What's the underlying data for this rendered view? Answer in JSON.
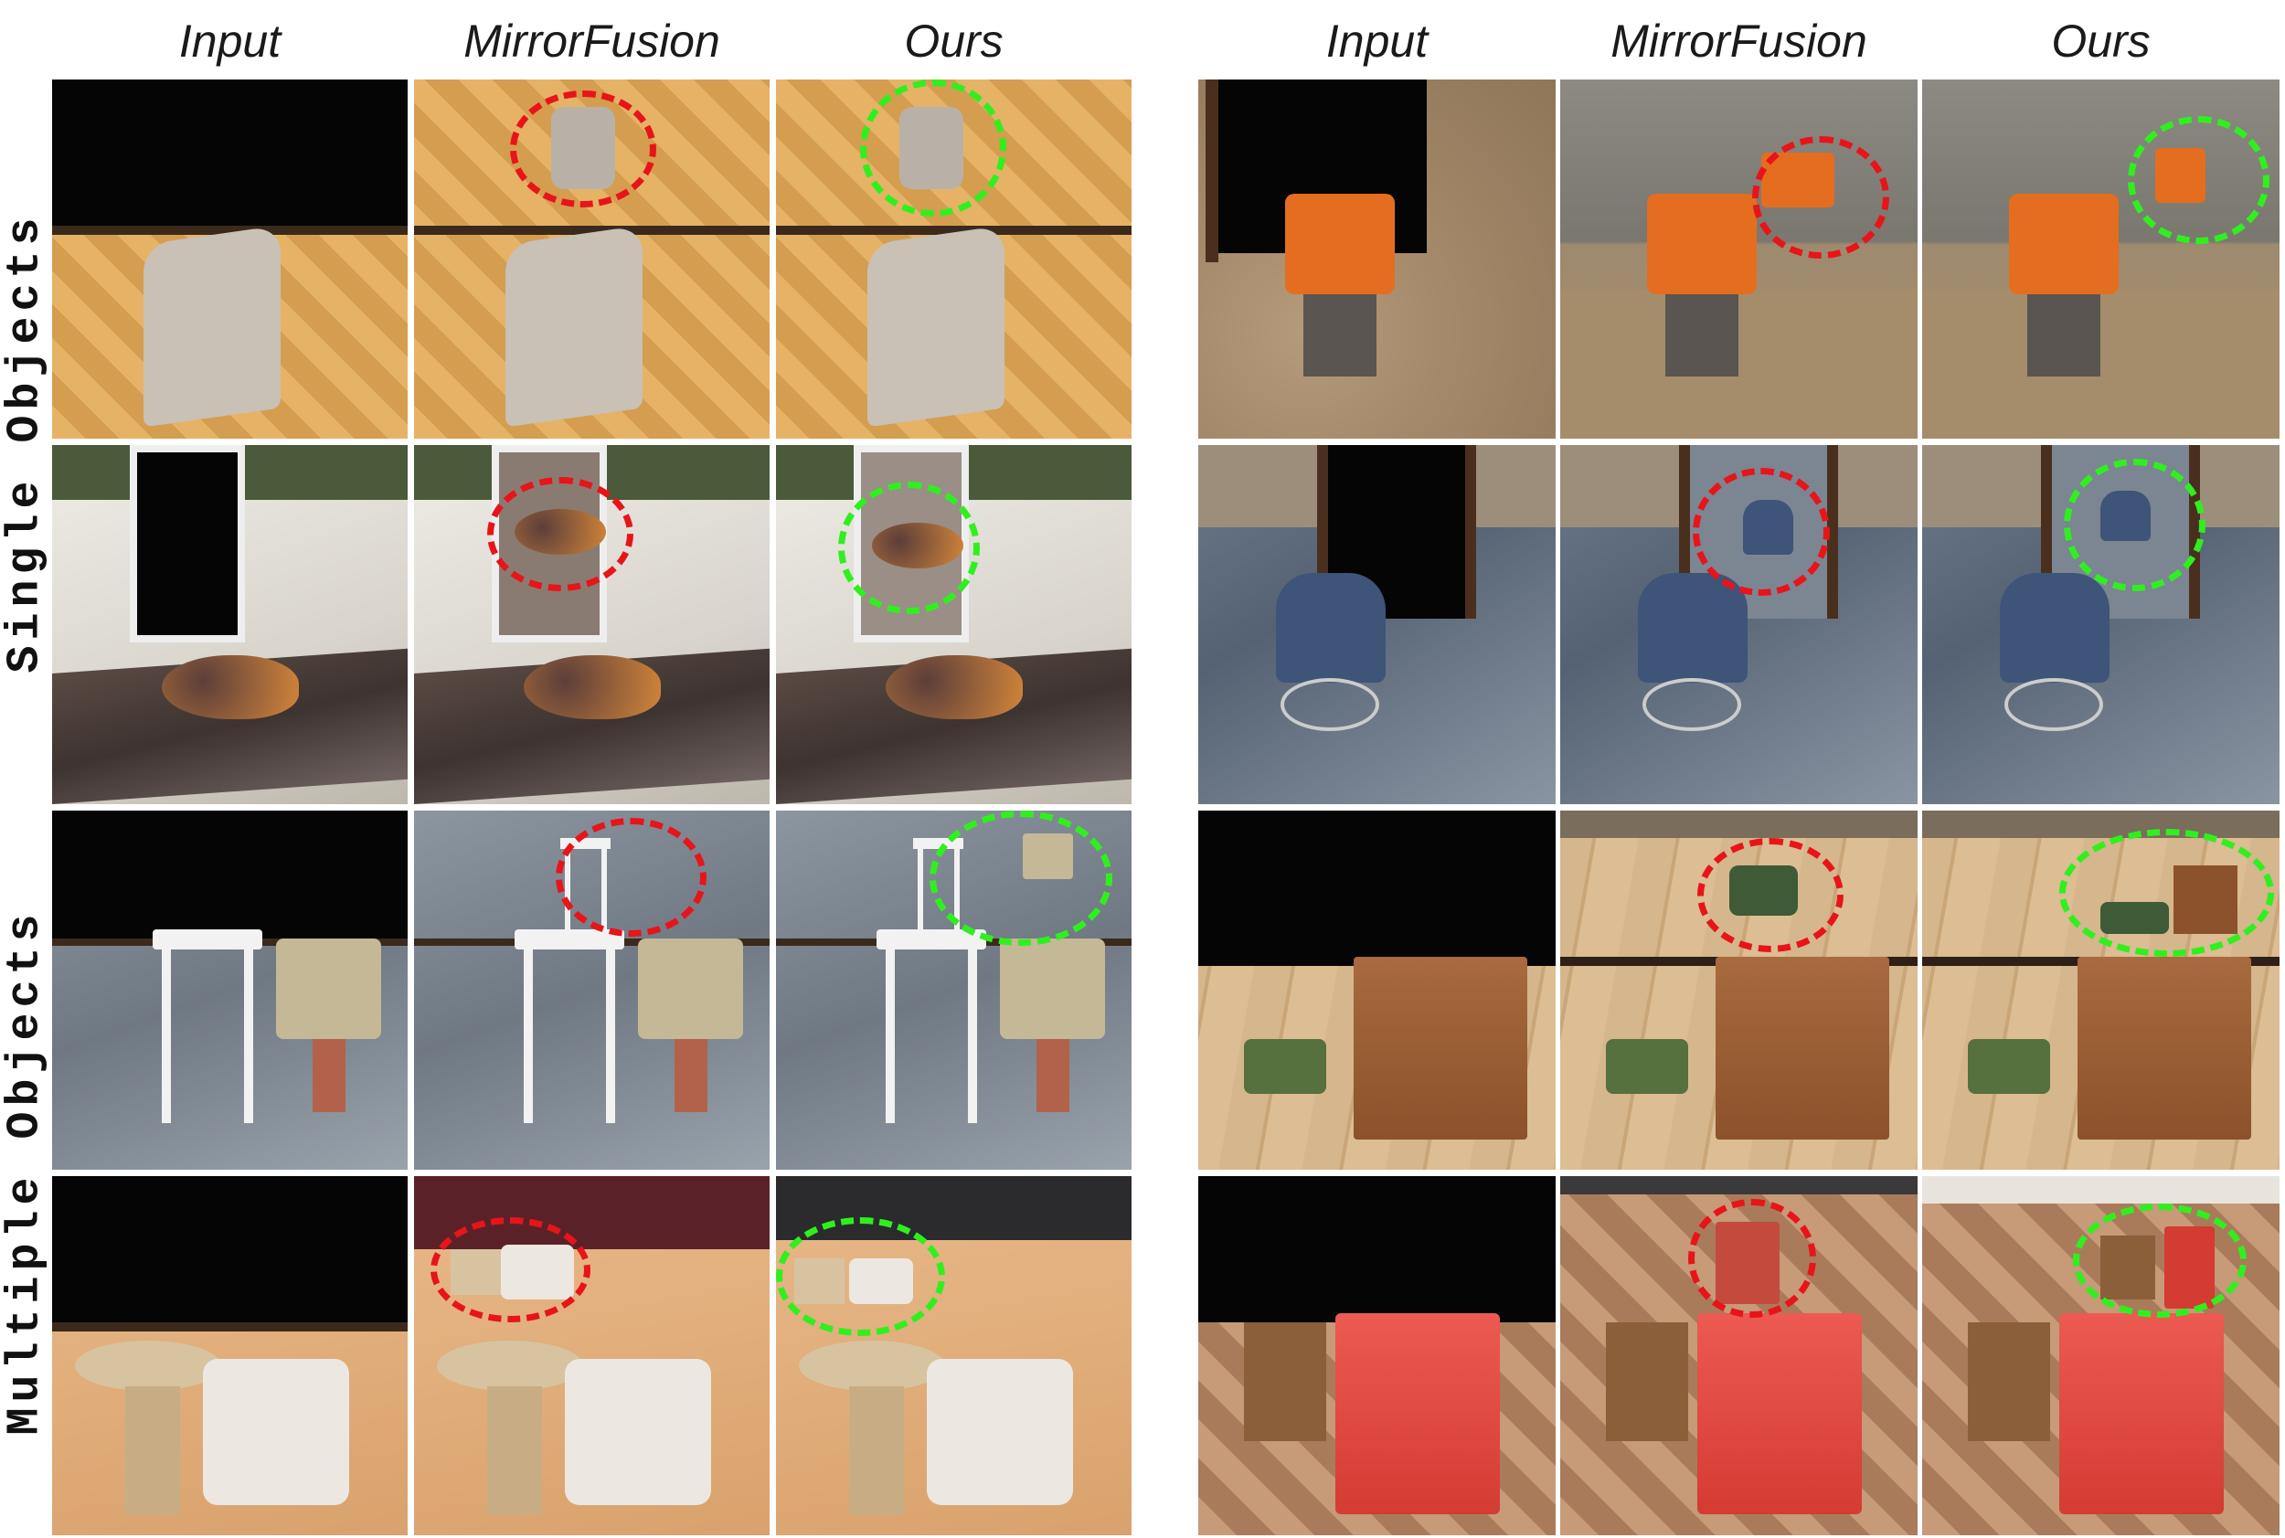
{
  "column_headers": [
    "Input",
    "MirrorFusion",
    "Ours",
    "Input",
    "MirrorFusion",
    "Ours"
  ],
  "row_group_labels": [
    "Single Objects",
    "Multiple Objects"
  ],
  "annotation_colors": {
    "baseline": "#e8141a",
    "ours": "#2ff01e"
  },
  "panels": [
    {
      "row": 0,
      "col": 0,
      "scene": "armchair-on-parquet",
      "annotation": "none"
    },
    {
      "row": 0,
      "col": 1,
      "scene": "armchair-on-parquet",
      "annotation": "red"
    },
    {
      "row": 0,
      "col": 2,
      "scene": "armchair-on-parquet",
      "annotation": "green"
    },
    {
      "row": 0,
      "col": 3,
      "scene": "orange-mixer-in-plaza",
      "annotation": "none"
    },
    {
      "row": 0,
      "col": 4,
      "scene": "orange-mixer-in-plaza",
      "annotation": "red"
    },
    {
      "row": 0,
      "col": 5,
      "scene": "orange-mixer-in-plaza",
      "annotation": "green"
    },
    {
      "row": 1,
      "col": 0,
      "scene": "croissant-on-counter",
      "annotation": "none"
    },
    {
      "row": 1,
      "col": 1,
      "scene": "croissant-on-counter",
      "annotation": "red"
    },
    {
      "row": 1,
      "col": 2,
      "scene": "croissant-on-counter",
      "annotation": "green"
    },
    {
      "row": 1,
      "col": 3,
      "scene": "baby-pram-on-stone",
      "annotation": "none"
    },
    {
      "row": 1,
      "col": 4,
      "scene": "baby-pram-on-stone",
      "annotation": "red"
    },
    {
      "row": 1,
      "col": 5,
      "scene": "baby-pram-on-stone",
      "annotation": "green"
    },
    {
      "row": 2,
      "col": 0,
      "scene": "stool-and-lamp",
      "annotation": "none"
    },
    {
      "row": 2,
      "col": 1,
      "scene": "stool-and-lamp",
      "annotation": "red"
    },
    {
      "row": 2,
      "col": 2,
      "scene": "stool-and-lamp",
      "annotation": "green"
    },
    {
      "row": 2,
      "col": 3,
      "scene": "sofa-and-dresser",
      "annotation": "none"
    },
    {
      "row": 2,
      "col": 4,
      "scene": "sofa-and-dresser",
      "annotation": "red"
    },
    {
      "row": 2,
      "col": 5,
      "scene": "sofa-and-dresser",
      "annotation": "green"
    },
    {
      "row": 3,
      "col": 0,
      "scene": "table-and-bed",
      "annotation": "none"
    },
    {
      "row": 3,
      "col": 1,
      "scene": "table-and-bed",
      "annotation": "red"
    },
    {
      "row": 3,
      "col": 2,
      "scene": "table-and-bed",
      "annotation": "green"
    },
    {
      "row": 3,
      "col": 3,
      "scene": "red-cart-and-bench",
      "annotation": "none"
    },
    {
      "row": 3,
      "col": 4,
      "scene": "red-cart-and-bench",
      "annotation": "red"
    },
    {
      "row": 3,
      "col": 5,
      "scene": "red-cart-and-bench",
      "annotation": "green"
    }
  ]
}
